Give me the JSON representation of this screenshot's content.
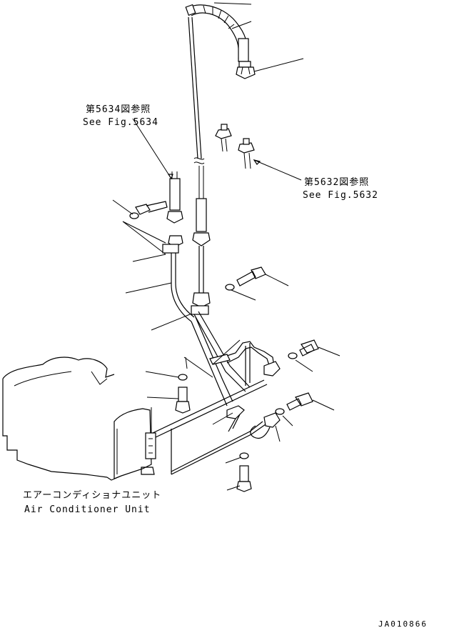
{
  "labels": {
    "ref5634_jp": "第5634図参照",
    "ref5634_en": "See Fig.5634",
    "ref5632_jp": "第5632図参照",
    "ref5632_en": "See Fig.5632",
    "unit_jp": "エアーコンディショナユニット",
    "unit_en": "Air Conditioner Unit",
    "drawing_id": "JA010866"
  }
}
